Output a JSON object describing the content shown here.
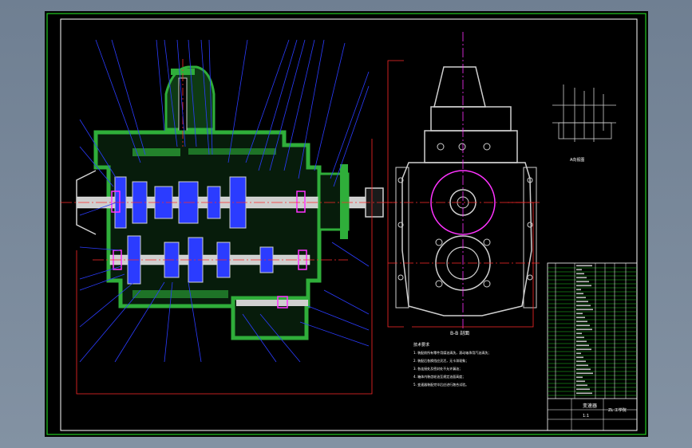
{
  "colors": {
    "background": "#000000",
    "frame": "#22cc22",
    "casing": "#2fae3a",
    "shaft": "#cfcfcf",
    "centerline": "#ff2a2a",
    "leader": "#2b3cff",
    "accent": "#ff33ff",
    "text": "#ffffff"
  },
  "views": {
    "side_caption": "B-B 剖面",
    "detail_caption": "A向视图"
  },
  "notes": [
    "技术要求",
    "1. 装配前所有零件用煤油清洗，滚动轴承用汽油清洗；",
    "2. 装配后各换挡应灵活，无卡滞现象；",
    "3. 各连接处及密封处不允许漏油；",
    "4. 箱体内装齿轮油至规定油面高度；",
    "5. 变速器装配完毕后应进行跑合试验。"
  ],
  "title_block": {
    "title": "变速器",
    "scale": "1:1",
    "drawing_no": "ZL 工学院"
  }
}
